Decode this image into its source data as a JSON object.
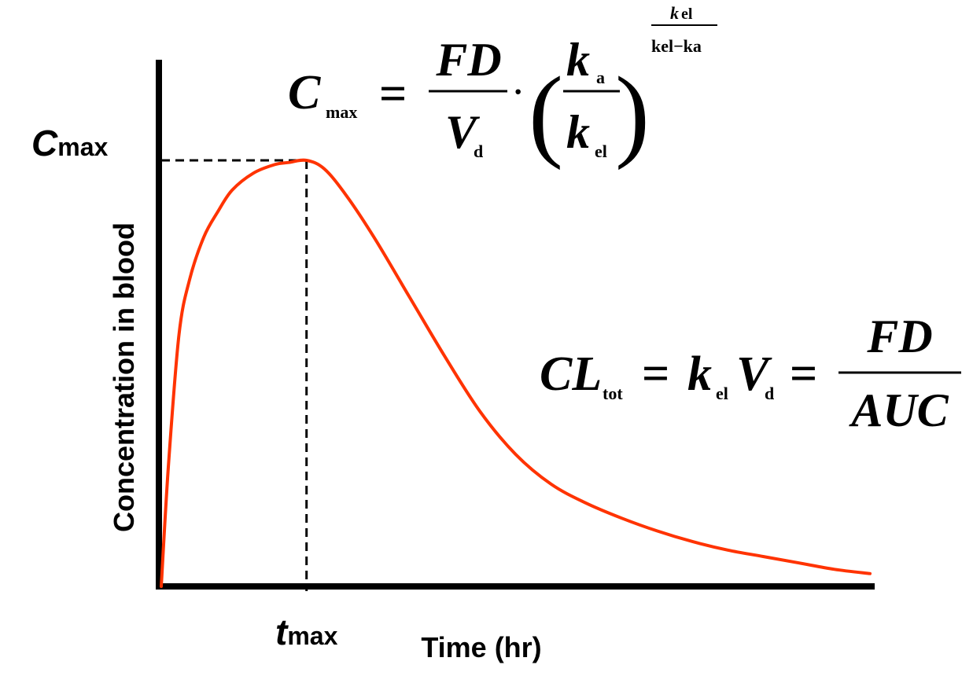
{
  "chart_data": {
    "type": "line",
    "title": "",
    "xlabel": "Time (hr)",
    "ylabel": "Concentration in blood",
    "xlim": [
      0,
      1
    ],
    "ylim": [
      0,
      1
    ],
    "grid": false,
    "series": [
      {
        "color": "#ff3300",
        "x": [
          0.0,
          0.01,
          0.025,
          0.04,
          0.06,
          0.08,
          0.1,
          0.13,
          0.16,
          0.18,
          0.205,
          0.23,
          0.26,
          0.3,
          0.35,
          0.4,
          0.45,
          0.5,
          0.55,
          0.6,
          0.65,
          0.7,
          0.75,
          0.8,
          0.85,
          0.9,
          0.95,
          1.0
        ],
        "y": [
          0.0,
          0.28,
          0.59,
          0.72,
          0.82,
          0.88,
          0.93,
          0.97,
          0.99,
          0.995,
          1.0,
          0.98,
          0.92,
          0.82,
          0.68,
          0.54,
          0.41,
          0.31,
          0.24,
          0.195,
          0.16,
          0.13,
          0.105,
          0.085,
          0.07,
          0.055,
          0.04,
          0.03
        ]
      }
    ],
    "peak": {
      "x": 0.205,
      "y": 1.0
    },
    "annotations": {
      "cmax_label": {
        "base": "C",
        "sub": "max"
      },
      "tmax_label": {
        "base": "t",
        "sub": "max"
      }
    }
  },
  "equations": {
    "cmax": {
      "lhs_base": "C",
      "lhs_sub": "max",
      "eq": "=",
      "frac_num": "FD",
      "frac_den_base": "V",
      "frac_den_sub": "d",
      "dot": "·",
      "paren_open": "(",
      "paren_close": ")",
      "inner_num_base": "k",
      "inner_num_sub": "a",
      "inner_den_base": "k",
      "inner_den_sub": "el",
      "exp_num_base": "k",
      "exp_num_sub": "el",
      "exp_den": "kel−ka"
    },
    "cl": {
      "lhs_base": "CL",
      "lhs_sub": "tot",
      "eq1": "=",
      "k_base": "k",
      "k_sub": "el",
      "v_base": "V",
      "v_sub": "d",
      "eq2": "=",
      "frac_num": "FD",
      "frac_den": "AUC"
    }
  }
}
